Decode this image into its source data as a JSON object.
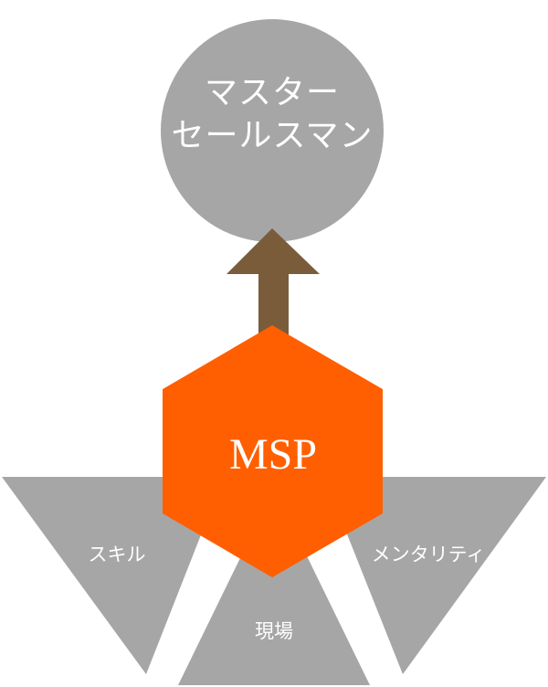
{
  "goal": {
    "line1": "マスター",
    "line2": "セールスマン"
  },
  "core": {
    "label": "MSP"
  },
  "pillars": {
    "left": "スキル",
    "center": "現場",
    "right": "メンタリティ"
  },
  "colors": {
    "gray": "#a6a6a6",
    "orange": "#ff5f00",
    "arrow": "#7a5c3b",
    "text": "#ffffff"
  },
  "icons": {
    "arrow": "up-arrow-icon"
  }
}
